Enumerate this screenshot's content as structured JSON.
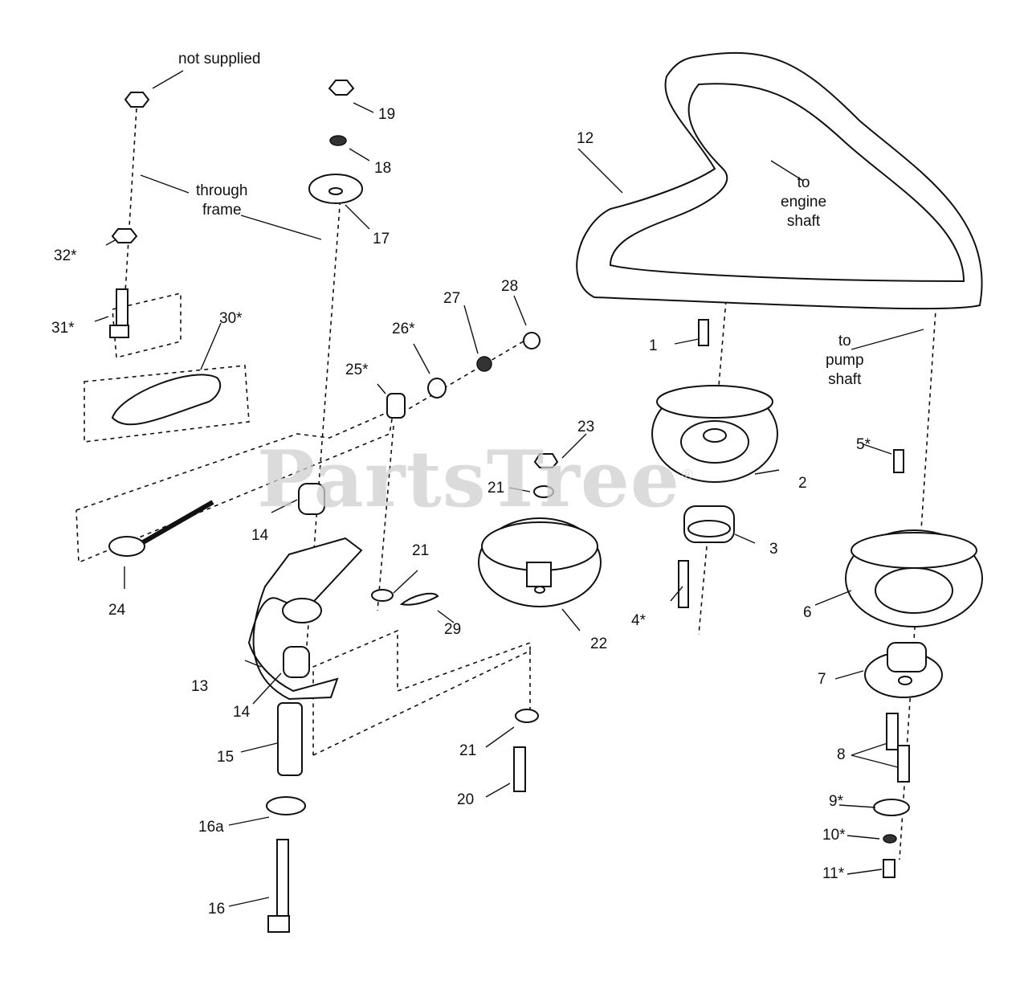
{
  "watermark": "PartsTree",
  "watermark_mark": "®",
  "notes": {
    "not_supplied": "not supplied",
    "through_frame": "through\nframe",
    "to_engine_shaft": "to\nengine\nshaft",
    "to_pump_shaft": "to\npump\nshaft"
  },
  "callouts": [
    "1",
    "2",
    "3",
    "4*",
    "5*",
    "6",
    "7",
    "8",
    "9*",
    "10*",
    "11*",
    "12",
    "13",
    "14",
    "14",
    "15",
    "16",
    "16a",
    "17",
    "18",
    "19",
    "20",
    "21",
    "21",
    "21",
    "22",
    "23",
    "24",
    "25*",
    "26*",
    "27",
    "28",
    "29",
    "30*",
    "31*",
    "32*"
  ]
}
